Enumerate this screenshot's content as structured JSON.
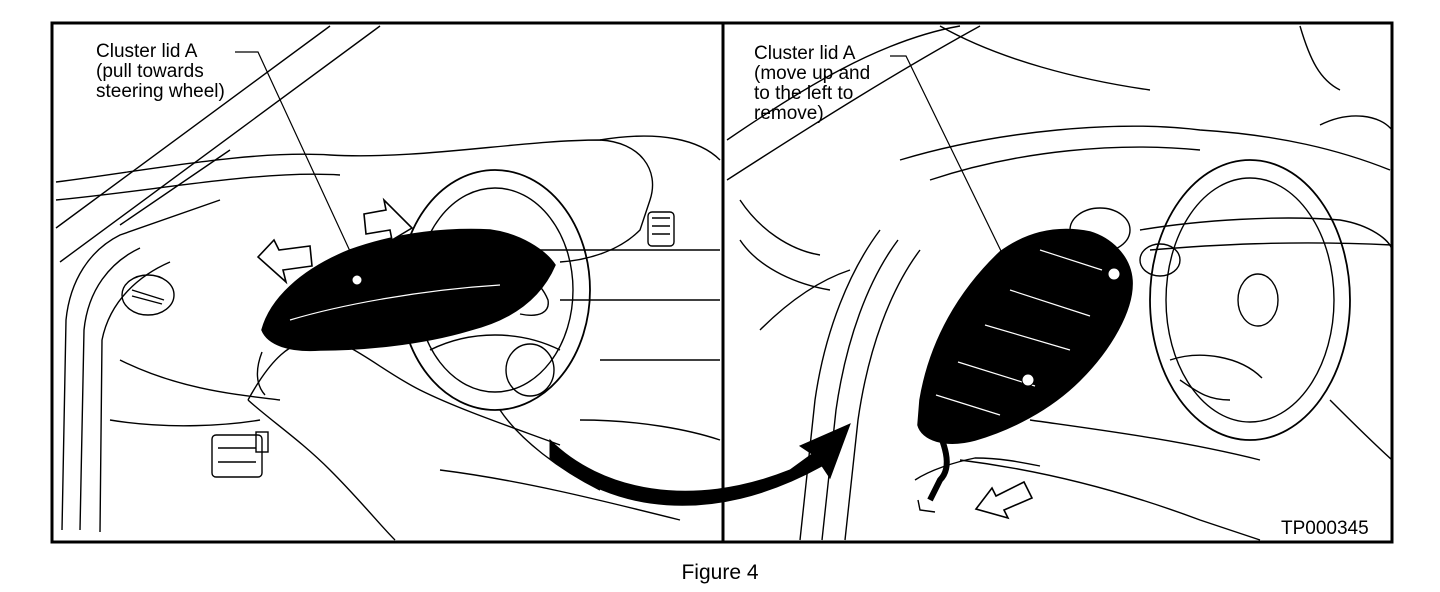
{
  "left_panel": {
    "callout": "Cluster lid A\n(pull towards\nsteering wheel)"
  },
  "right_panel": {
    "callout": "Cluster lid A\n(move up and\nto the left to\nremove)"
  },
  "figure_code": "TP000345",
  "caption": "Figure 4",
  "colors": {
    "ink": "#000000",
    "paper": "#ffffff"
  }
}
